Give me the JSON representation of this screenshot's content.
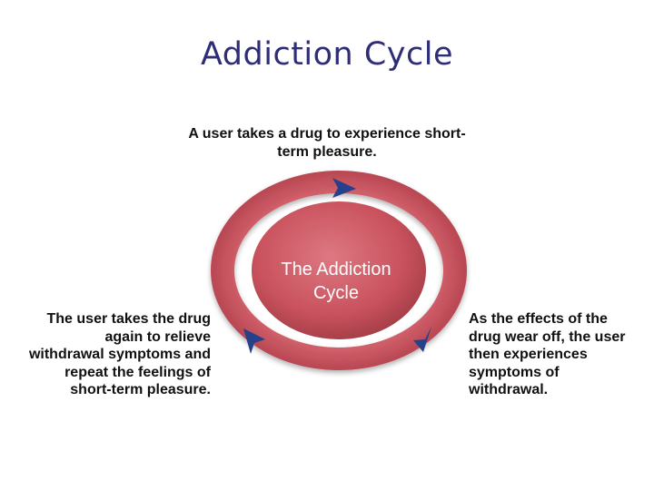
{
  "title": "Addiction Cycle",
  "center_label": "The Addiction\nCycle",
  "captions": {
    "top": "A user takes a drug to experience short-term pleasure.",
    "left": "The user takes the drug again to relieve withdrawal symptoms and repeat the feelings of short-term pleasure.",
    "right": "As the effects of the drug wear off, the user then experiences symptoms of withdrawal."
  },
  "colors": {
    "ring": "#c9525d",
    "center": "#c9525d",
    "arrows": "#26408a",
    "title": "#2e2e78"
  }
}
